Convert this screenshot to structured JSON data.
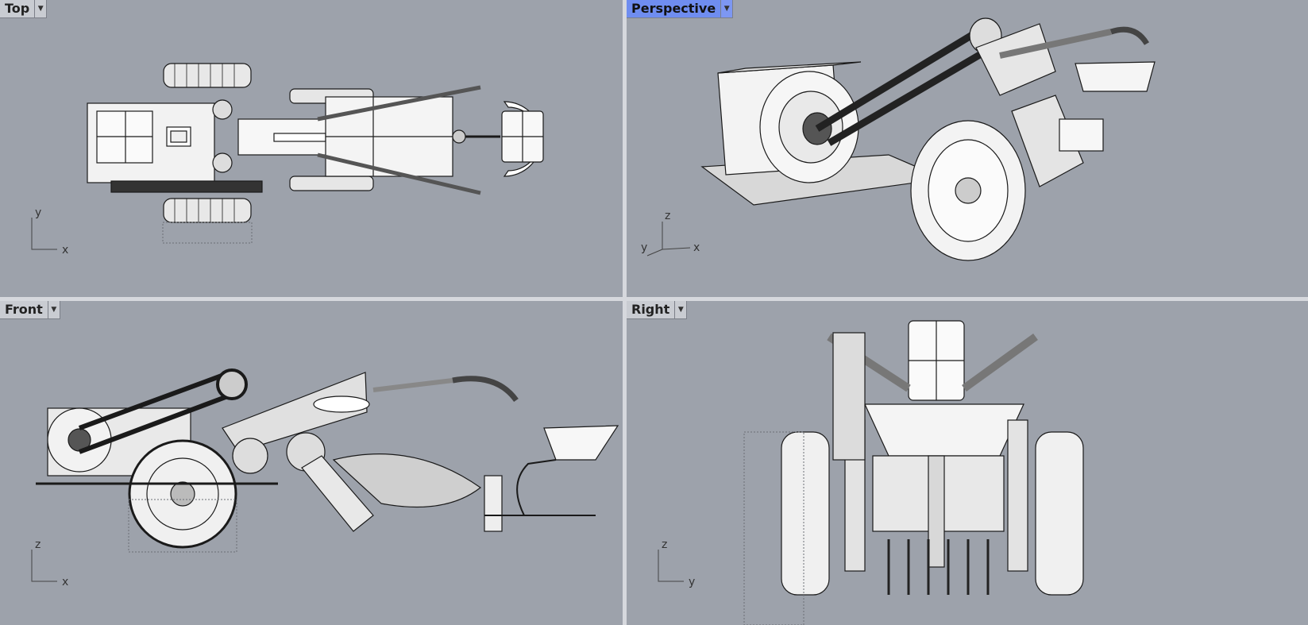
{
  "viewports": {
    "top": {
      "label": "Top",
      "axis": [
        "y",
        "x"
      ]
    },
    "perspective": {
      "label": "Perspective",
      "axis": [
        "z",
        "y",
        "x"
      ]
    },
    "front": {
      "label": "Front",
      "axis": [
        "z",
        "x"
      ]
    },
    "right": {
      "label": "Right",
      "axis": [
        "z",
        "y"
      ]
    }
  },
  "icons": {
    "menu": "chevron-down-icon"
  },
  "colors": {
    "viewport_bg": "#9da2ab",
    "active_label": "#6f8df0",
    "wire": "#1a1a1a",
    "surface": "#f4f4f4"
  }
}
